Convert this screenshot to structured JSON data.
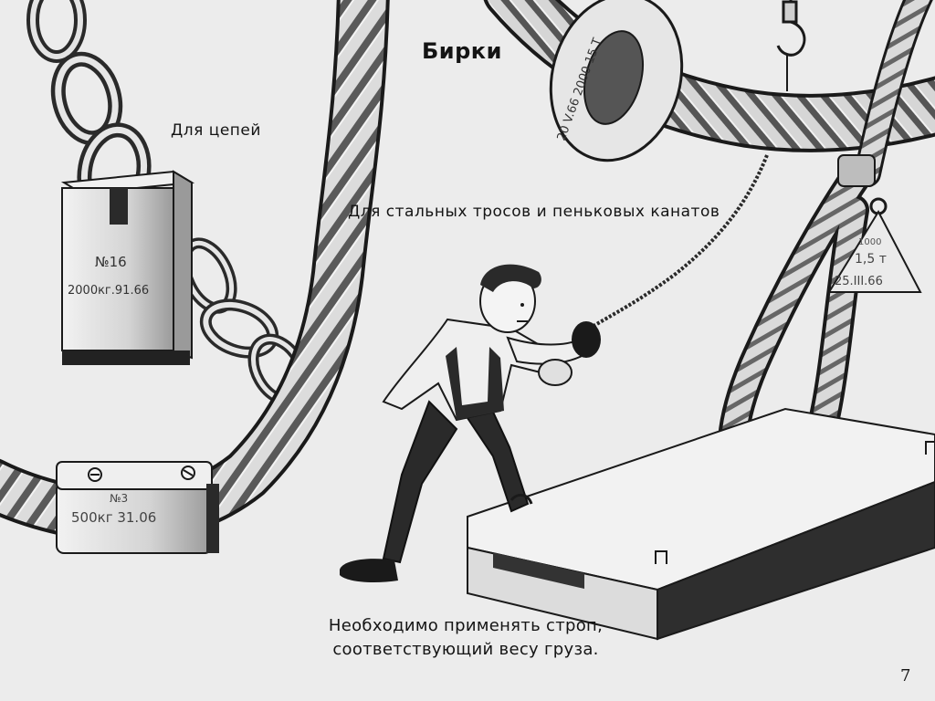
{
  "title": "Бирки",
  "captions": {
    "chains": "Для цепей",
    "ropes": "Для стальных тросов и пеньковых канатов"
  },
  "tags": {
    "chain_tag": {
      "number": "№16",
      "inscription": "2000кг.91.66"
    },
    "clamp_tag": {
      "number": "№3",
      "inscription": "500кг 31.06"
    },
    "ring_tag": {
      "inscription": "20 V.66 2000 15 T"
    },
    "triangle_tag": {
      "line1": "1000",
      "line2": "1,5 т",
      "line3": "25.III.66"
    }
  },
  "note": {
    "line1": "Необходимо применять строп,",
    "line2": "соответствующий весу груза."
  },
  "page_number": "7",
  "colors": {
    "background": "#ececec",
    "ink": "#1a1a1a",
    "metal": "#d8d8d8",
    "shadow": "#2b2b2b"
  }
}
